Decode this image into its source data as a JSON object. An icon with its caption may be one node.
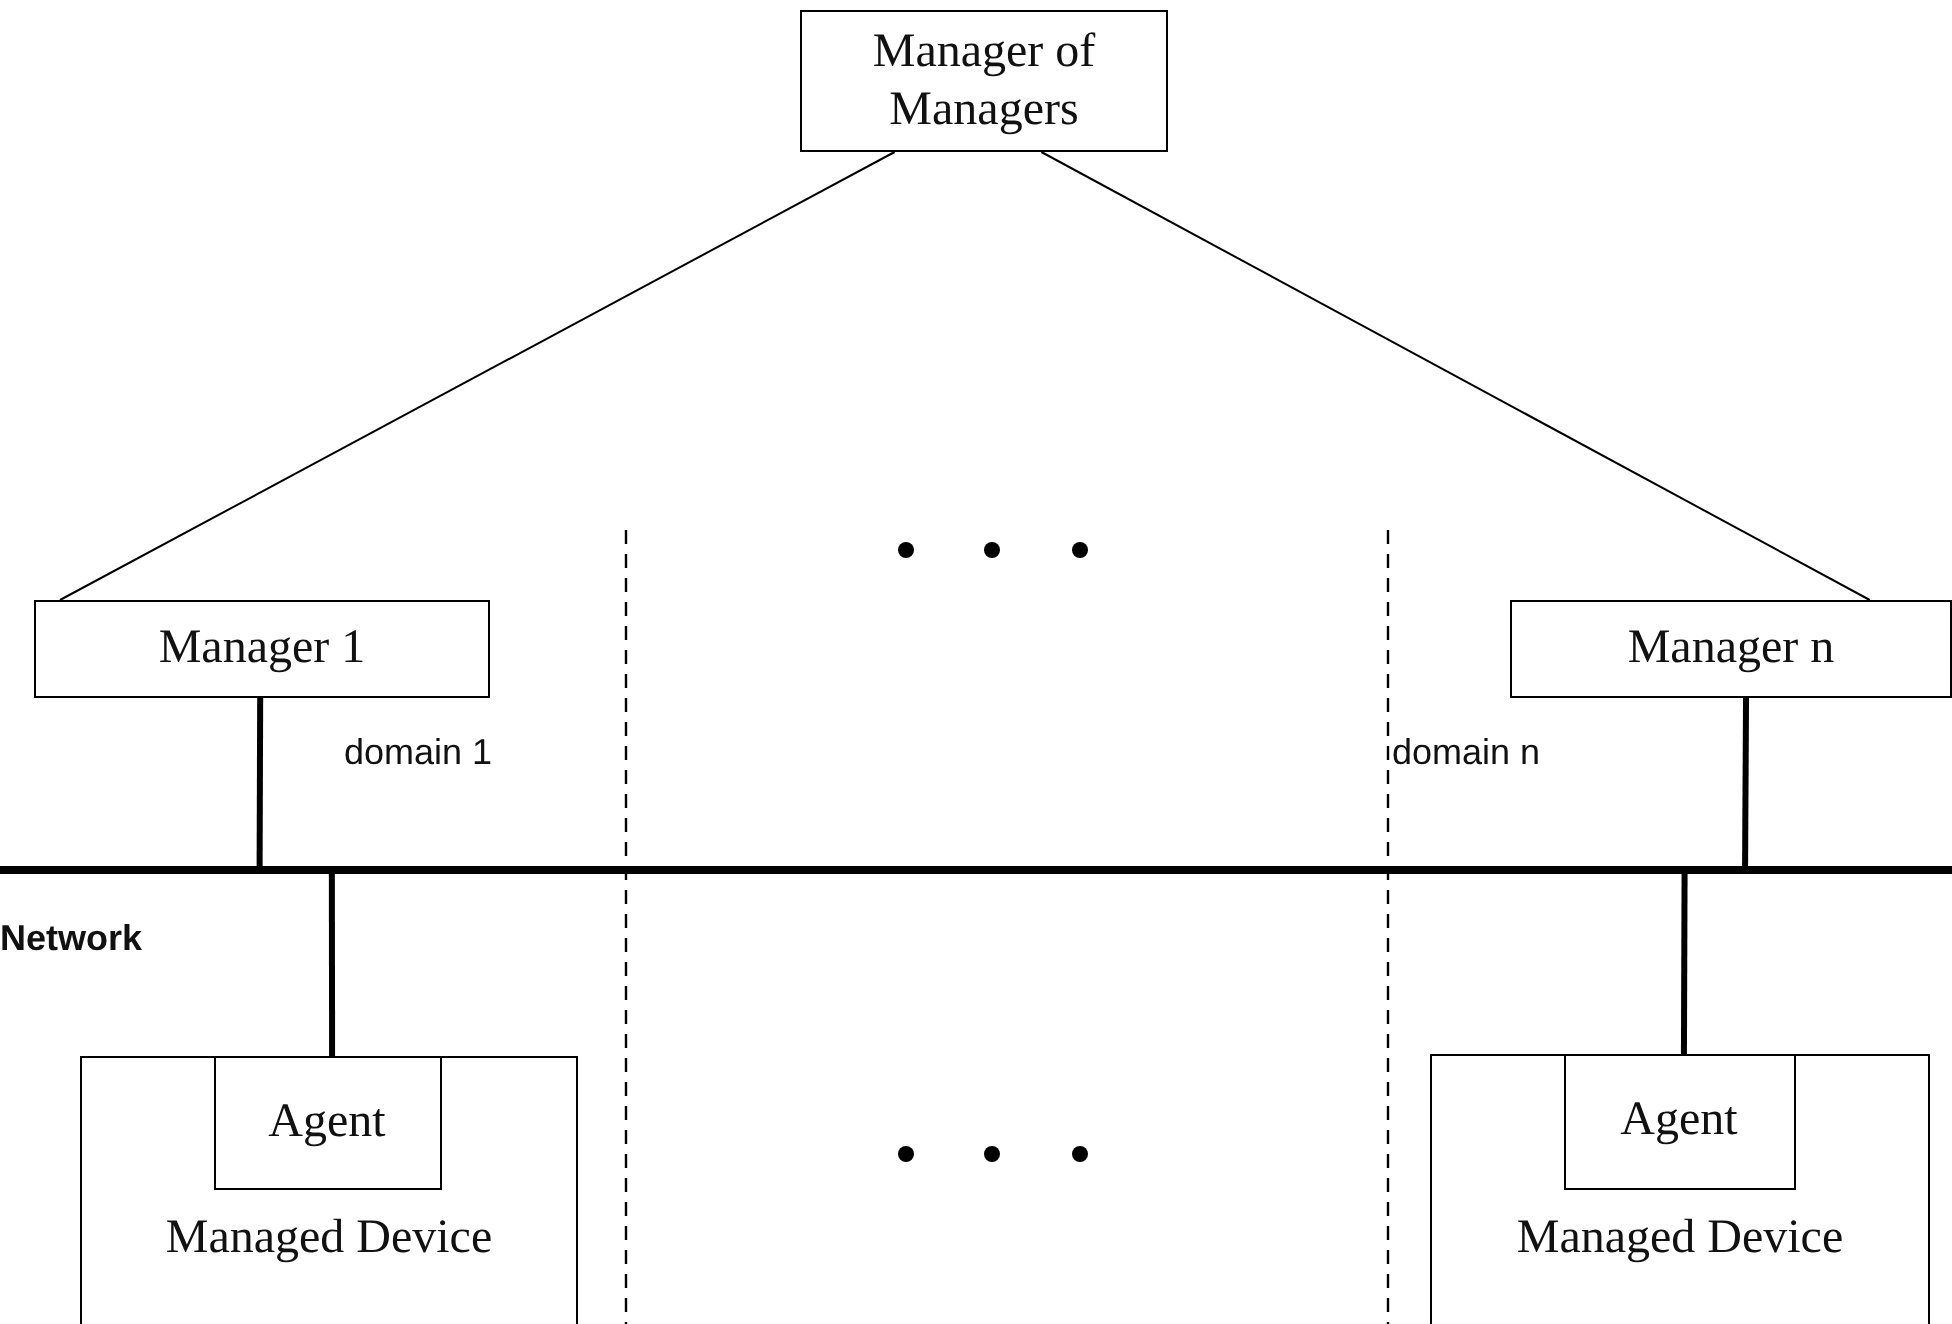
{
  "diagram": {
    "nodes": [
      {
        "text": [
          "Manager of Managers"
        ]
      },
      {
        "text": [
          "Manager 1"
        ]
      },
      {
        "text": [
          "Manager n"
        ]
      },
      {
        "text": [
          "Network"
        ]
      },
      {
        "text": [
          "Managed Device"
        ]
      },
      {
        "text": [
          "Agent"
        ],
        "in": 4
      },
      {
        "text": [
          "Managed Device"
        ]
      },
      {
        "text": [
          "Agent"
        ],
        "in": 6
      }
    ],
    "edges": [
      {
        "from": 0,
        "to": 1,
        "arrow": "none"
      },
      {
        "from": 0,
        "to": 2,
        "arrow": "none"
      },
      {
        "from": 1,
        "to": 3,
        "arrow": "none"
      },
      {
        "from": 2,
        "to": 3,
        "arrow": "none"
      },
      {
        "from": 3,
        "to": 5,
        "arrow": "none"
      },
      {
        "from": 3,
        "to": 7,
        "arrow": "none"
      }
    ],
    "labels": [
      "domain 1",
      "domain n"
    ]
  }
}
